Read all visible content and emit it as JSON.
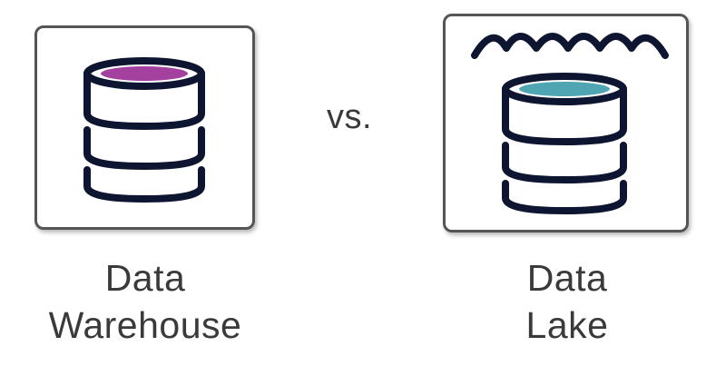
{
  "warehouse": {
    "caption_line1": "Data",
    "caption_line2": "Warehouse",
    "icon": "database-icon",
    "top_color": "#a4419f"
  },
  "separator": {
    "label": "vs."
  },
  "lake": {
    "caption_line1": "Data",
    "caption_line2": "Lake",
    "icon": "database-with-waves-icon",
    "top_color": "#4fa6b2"
  },
  "colors": {
    "stroke": "#0d1530",
    "frame": "#555555",
    "text": "#3a3a3a"
  }
}
